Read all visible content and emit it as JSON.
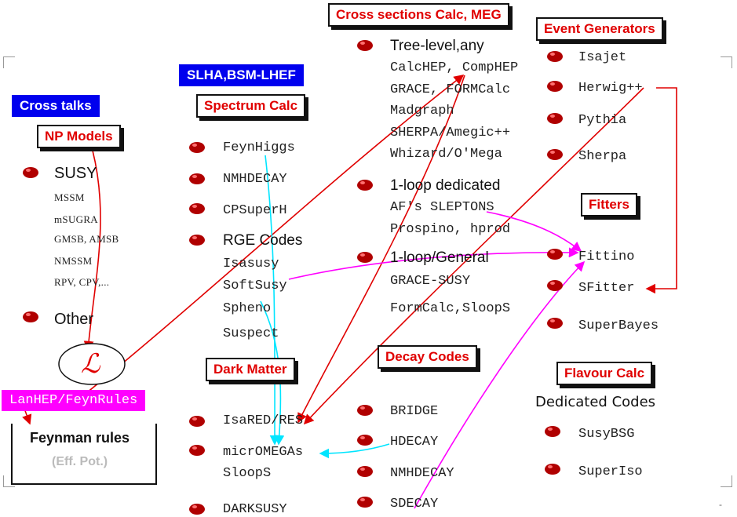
{
  "colors": {
    "red": "#e00000",
    "blue": "#0000ee",
    "magenta": "#ff00ff",
    "cyan": "#00e5ff",
    "black": "#111111"
  },
  "boxes": {
    "cross_sections": "Cross sections Calc, MEG",
    "event_generators": "Event Generators",
    "slha": "SLHA,BSM-LHEF",
    "spectrum": "Spectrum Calc",
    "cross_talks": "Cross talks",
    "np_models": "NP Models",
    "fitters": "Fitters",
    "dark_matter": "Dark Matter",
    "decay_codes": "Decay Codes",
    "flavour_calc": "Flavour Calc",
    "lanhep": "LanHEP/FeynRules"
  },
  "np_models": {
    "susy": "SUSY",
    "subs": [
      "MSSM",
      "mSUGRA",
      "GMSB, AMSB",
      "NMSSM",
      "RPV, CPV,..."
    ],
    "other": "Other"
  },
  "lagrangian": "ℒ",
  "feynman": {
    "title": "Feynman rules",
    "sub": "(Eff. Pot.)"
  },
  "spectrum_items": [
    "FeynHiggs",
    "NMHDECAY",
    "CPSuperH"
  ],
  "rge": {
    "title": "RGE Codes",
    "items": [
      "Isasusy",
      "SoftSusy",
      "Spheno",
      "Suspect"
    ]
  },
  "dark_matter_items": [
    "IsaRED/RES",
    "micrOMEGAs",
    "SloopS",
    "DARKSUSY"
  ],
  "cross_sections": {
    "tree_title": "Tree-level,any",
    "tree_items": [
      "CalcHEP, CompHEP",
      "GRACE, FORMCalc",
      "Madgraph",
      "SHERPA/Amegic++",
      "Whizard/O'Mega"
    ],
    "loop_dedicated_title": "1-loop dedicated",
    "loop_dedicated_items": [
      "AF's SLEPTONS",
      "Prospino, hprod"
    ],
    "loop_general_title": "1-loop/General",
    "loop_general_items": [
      "GRACE-SUSY",
      "FormCalc,SloopS"
    ]
  },
  "decay_items": [
    "BRIDGE",
    "HDECAY",
    "NMHDECAY",
    "SDECAY"
  ],
  "event_generators_items": [
    "Isajet",
    "Herwig++",
    "Pythia",
    "Sherpa"
  ],
  "fitters_items": [
    "Fittino",
    "SFitter",
    "SuperBayes"
  ],
  "flavour": {
    "title": "Dedicated Codes",
    "items": [
      "SusyBSG",
      "SuperIso"
    ]
  },
  "page_marker": "-"
}
